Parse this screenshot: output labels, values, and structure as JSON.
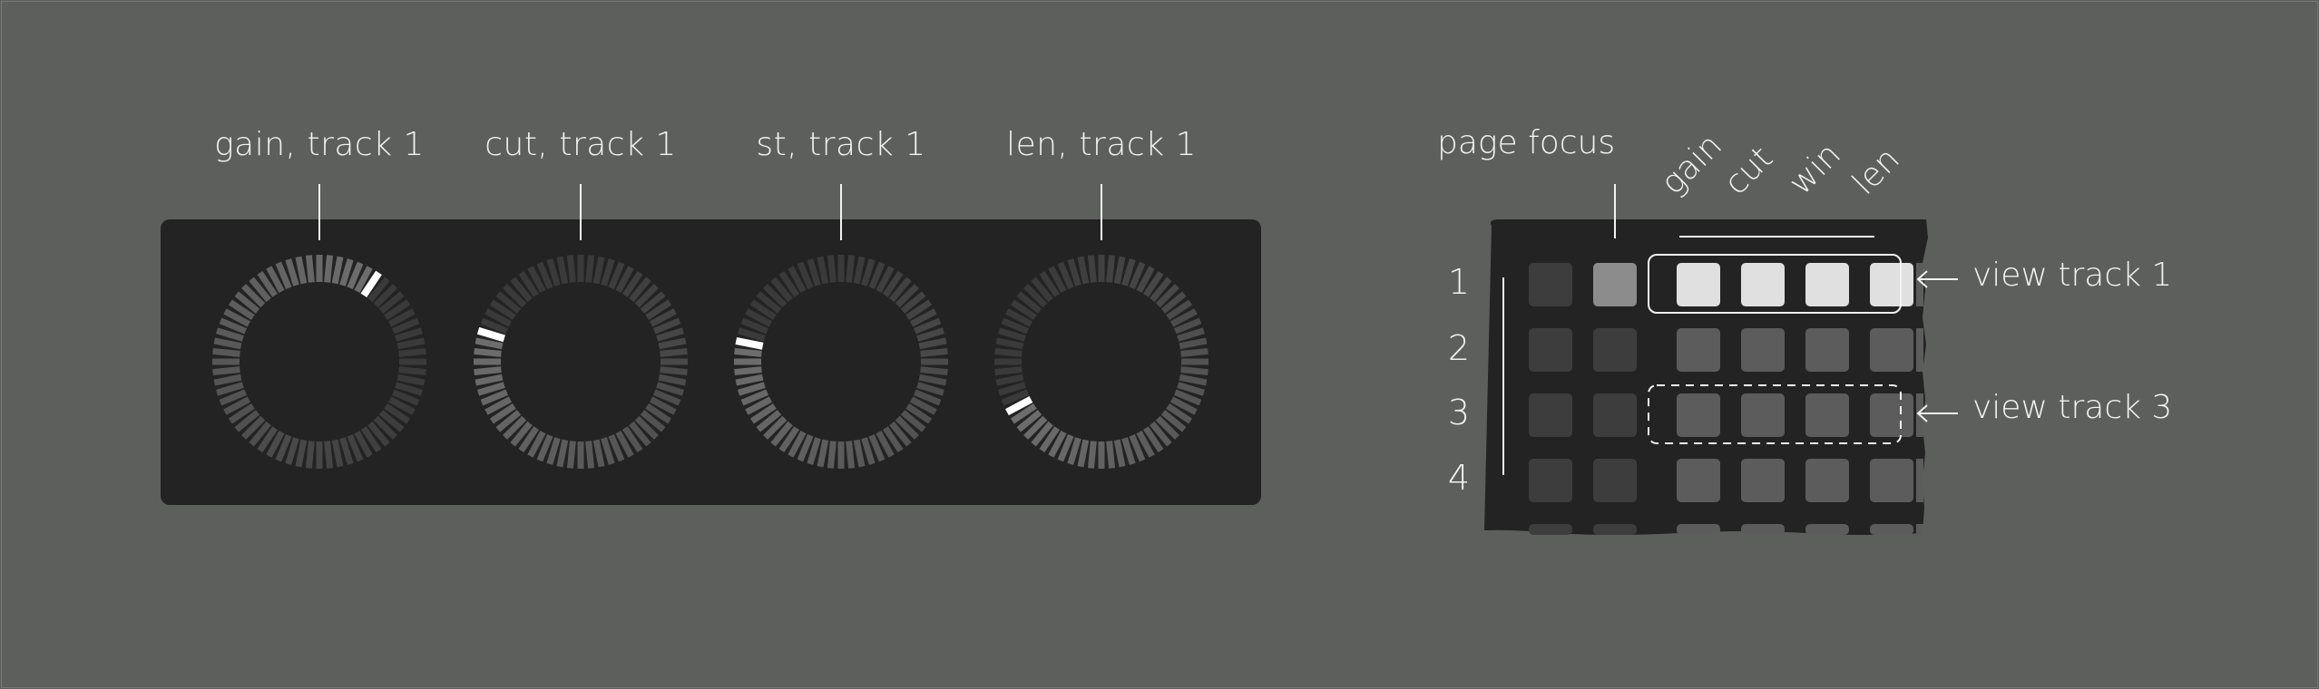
{
  "knobs": [
    {
      "label": "gain, track 1",
      "value": 0.1
    },
    {
      "label": "cut, track 1",
      "value": 0.79
    },
    {
      "label": "st, track 1",
      "value": 0.78
    },
    {
      "label": "len, track 1",
      "value": 0.67
    }
  ],
  "grid": {
    "focus_label": "page focus",
    "column_labels": [
      "gain",
      "cut",
      "win",
      "len"
    ],
    "row_numbers": [
      "1",
      "2",
      "3",
      "4"
    ],
    "annotations": [
      {
        "text": "view track 1"
      },
      {
        "text": "view track 3"
      }
    ]
  },
  "colors": {
    "background": "#5d5f5d",
    "panel": "#232323",
    "text": "#f2f2f2",
    "pad_dark": "#3d3d3d",
    "pad_mid": "#5c5c5c",
    "pad_focus": "#8c8c8c",
    "pad_bright": "#e0e0e0",
    "indicator": "#ffffff"
  }
}
